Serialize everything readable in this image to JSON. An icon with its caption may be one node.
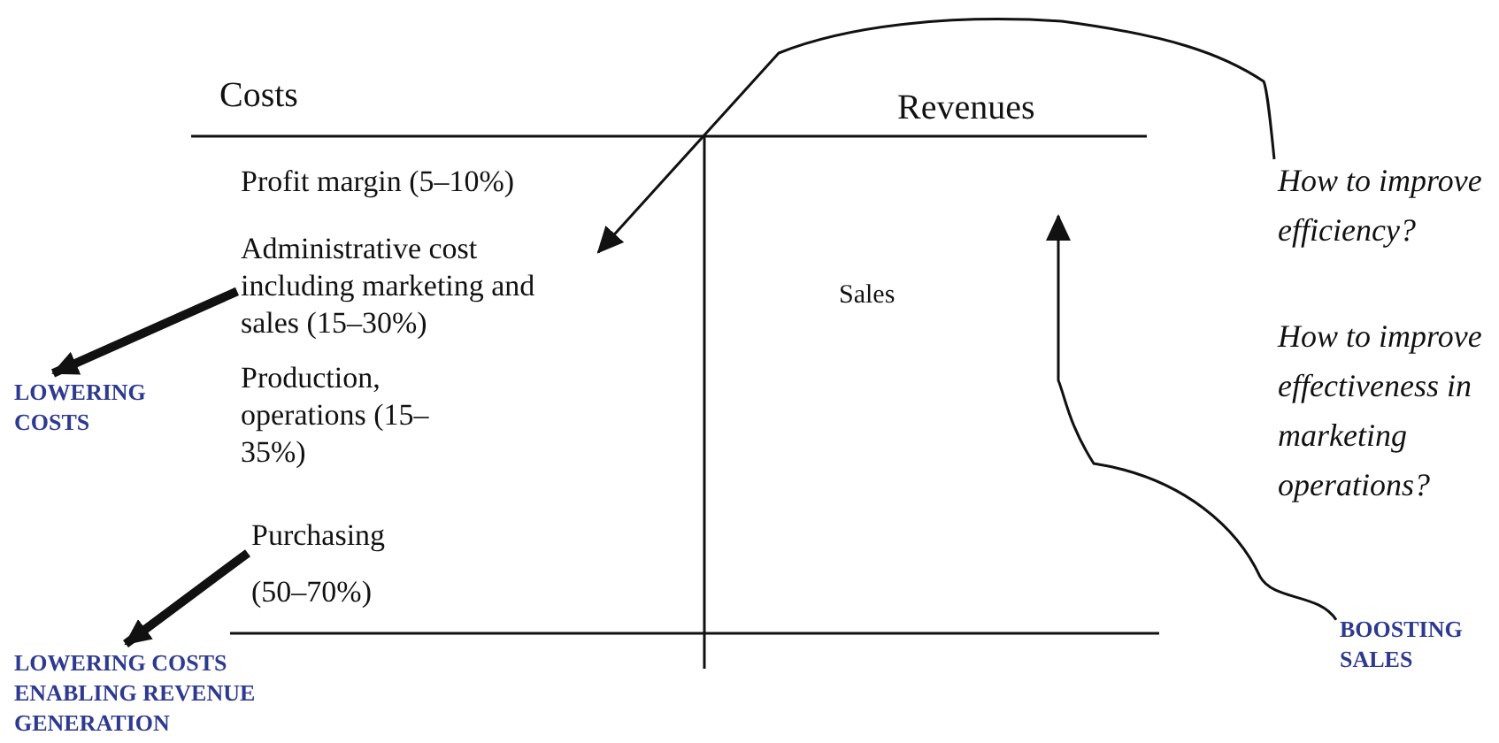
{
  "diagram": {
    "nodes": [
      {
        "text": [
          "Profit margin (5–10%)"
        ]
      },
      {
        "text": [
          "Administrative cost including marketing and sales (15–30%)"
        ]
      },
      {
        "text": [
          "Production, operations (15–35%)"
        ]
      },
      {
        "text": [
          "Purchasing (50–70%)"
        ]
      },
      {
        "text": [
          "Sales"
        ]
      },
      {
        "text": [
          "LOWERING COSTS"
        ]
      },
      {
        "text": [
          "LOWERING COSTS ENABLING REVENUE GENERATION"
        ]
      },
      {
        "text": [
          "BOOSTING SALES"
        ]
      },
      {
        "text": [
          "How to improve efficiency?"
        ]
      },
      {
        "text": [
          "How to improve effectiveness in marketing operations?"
        ]
      }
    ],
    "edges": [
      {
        "from": 1,
        "to": 5,
        "arrow": "to",
        "style": "thick"
      },
      {
        "from": 3,
        "to": 6,
        "arrow": "to",
        "style": "thick"
      },
      {
        "from": 8,
        "to": 1,
        "arrow": "to"
      },
      {
        "from": 7,
        "to": null,
        "arrow": "to"
      }
    ],
    "labels": [
      "Costs",
      "Revenues"
    ]
  }
}
